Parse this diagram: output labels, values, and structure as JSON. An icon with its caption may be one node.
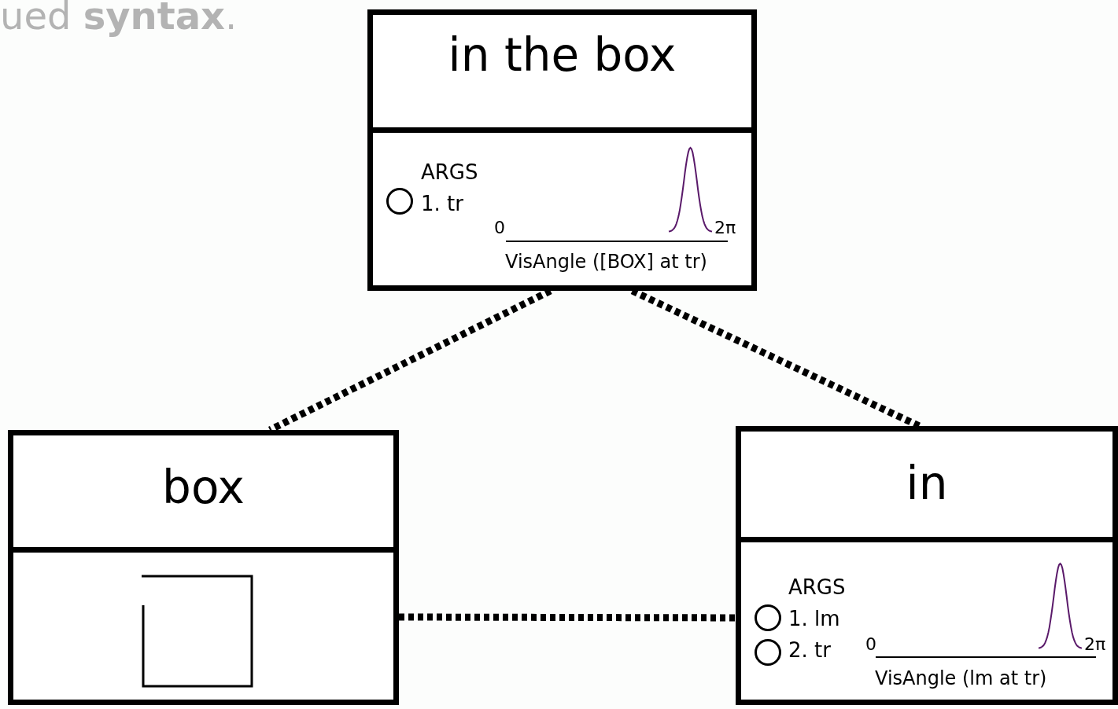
{
  "diagram": {
    "nodes": [
      {
        "text": [
          "in the box",
          "ARGS",
          "1. tr",
          "0",
          "2π",
          "VisAngle ([BOX] at tr)"
        ]
      },
      {
        "text": [],
        "shape": "circle",
        "in": 0
      },
      {
        "text": [
          "box"
        ]
      },
      {
        "text": [
          "in",
          "ARGS",
          "1. lm",
          "2. tr",
          "0",
          "2π",
          "VisAngle (lm at tr)"
        ]
      },
      {
        "text": [],
        "shape": "circle",
        "in": 3
      },
      {
        "text": [],
        "shape": "circle",
        "in": 3
      }
    ],
    "edges": [
      {
        "from": 0,
        "to": 2,
        "arrow": "none",
        "style": "dashed"
      },
      {
        "from": 0,
        "to": 3,
        "arrow": "none",
        "style": "dashed"
      },
      {
        "from": 2,
        "to": 4,
        "arrow": "none",
        "style": "dashed"
      }
    ],
    "labels": [
      "ued **syntax**."
    ]
  }
}
